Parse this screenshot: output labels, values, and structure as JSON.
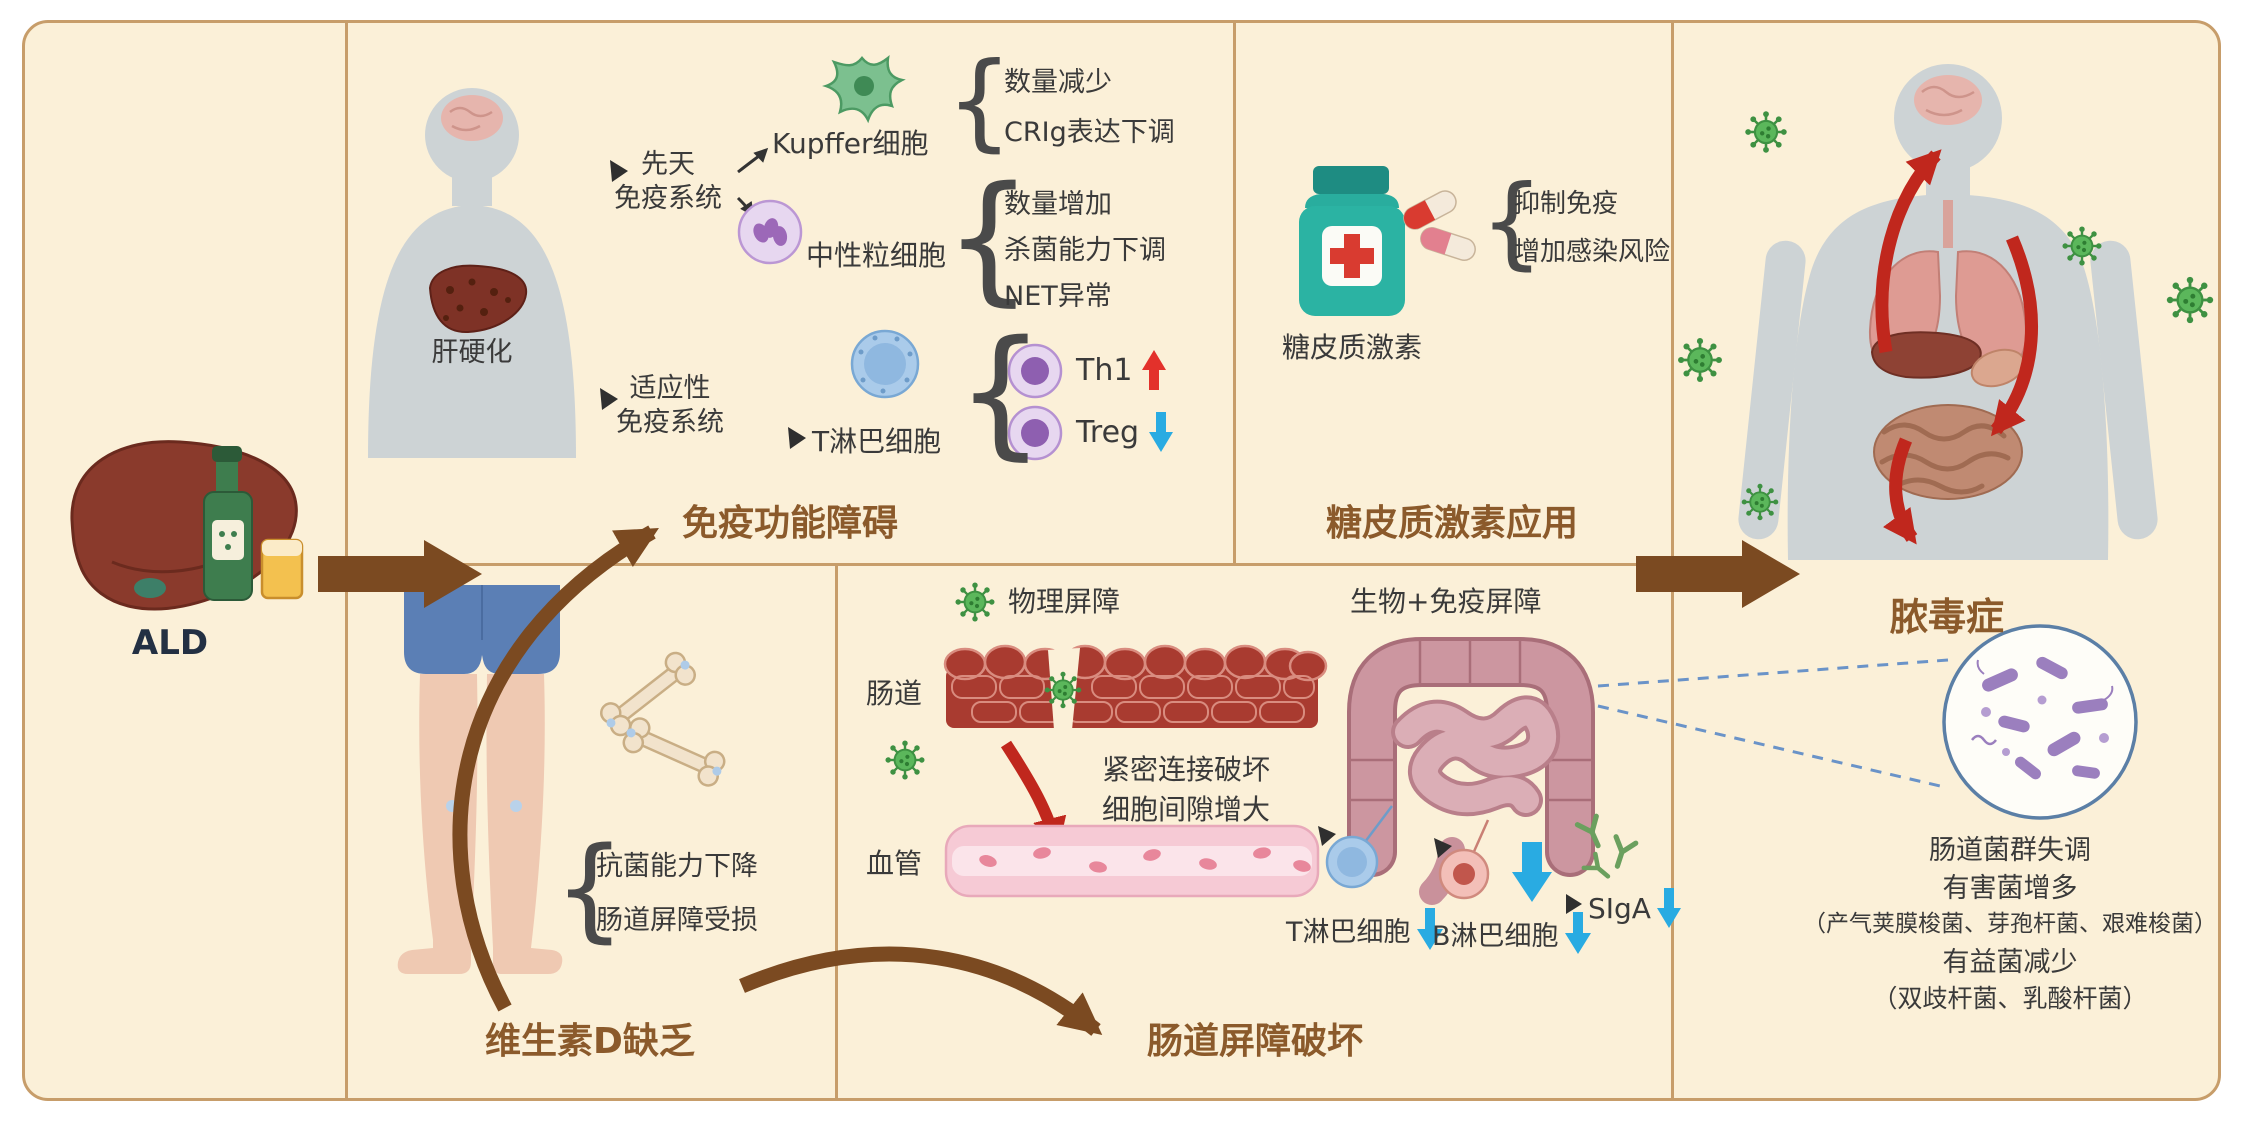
{
  "glyphs": {
    "brace": "{"
  },
  "ald": {
    "label": "ALD"
  },
  "immune_panel": {
    "title": "免疫功能障碍",
    "cirrhosis": "肝硬化",
    "innate_line1": "先天",
    "innate_line2": "免疫系统",
    "kupffer_label": "Kupffer细胞",
    "kupffer_effects": [
      "数量减少",
      "CRIg表达下调"
    ],
    "neutrophil_label": "中性粒细胞",
    "neutrophil_effects": [
      "数量增加",
      "杀菌能力下调",
      "NET异常"
    ],
    "adaptive_line1": "适应性",
    "adaptive_line2": "免疫系统",
    "tcell_label": "T淋巴细胞",
    "th1_label": "Th1",
    "treg_label": "Treg"
  },
  "steroid_panel": {
    "title": "糖皮质激素应用",
    "drug_label": "糖皮质激素",
    "effects": [
      "抑制免疫",
      "增加感染风险"
    ]
  },
  "sepsis_panel": {
    "title": "脓毒症",
    "flora_lines": [
      "肠道菌群失调",
      "有害菌增多",
      "（产气荚膜梭菌、芽孢杆菌、艰难梭菌）",
      "有益菌减少",
      "（双歧杆菌、乳酸杆菌）"
    ]
  },
  "vitamin_panel": {
    "title": "维生素D缺乏",
    "effects": [
      "抗菌能力下降",
      "肠道屏障受损"
    ]
  },
  "barrier_panel": {
    "title": "肠道屏障破坏",
    "physical_label": "物理屏障",
    "gut_label": "肠道",
    "junction_lines": [
      "紧密连接破坏",
      "细胞间隙增大"
    ],
    "vessel_label": "血管",
    "bio_label": "生物+免疫屏障",
    "tcell_label": "T淋巴细胞",
    "bcell_label": "B淋巴细胞",
    "siga_label": "SIgA"
  },
  "colors": {
    "background": "#FBF0D8",
    "frame": "#C79D6A",
    "title_brown": "#8B5A2B",
    "arrow_brown": "#7B4A21",
    "arrow_red": "#C0271D",
    "decrease_blue": "#29ABE2",
    "increase_red": "#E3312B",
    "virus_green": "#3E9142"
  }
}
